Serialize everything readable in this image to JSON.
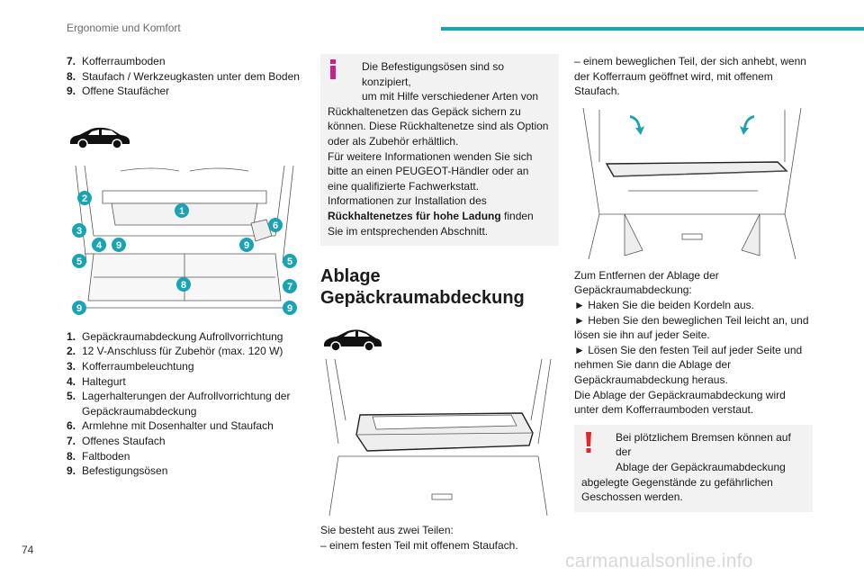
{
  "header": {
    "title": "Ergonomie und Komfort"
  },
  "page_number": "74",
  "watermark": "carmanualsonline.info",
  "col1": {
    "intro_items": [
      {
        "num": "7.",
        "text": "Kofferraumboden"
      },
      {
        "num": "8.",
        "text": "Staufach / Werkzeugkasten unter dem Boden"
      },
      {
        "num": "9.",
        "text": "Offene Staufächer"
      }
    ],
    "callouts": [
      "1",
      "2",
      "3",
      "4",
      "5",
      "6",
      "7",
      "8",
      "9"
    ],
    "legend": [
      {
        "num": "1.",
        "text": "Gepäckraumabdeckung Aufrollvorrichtung"
      },
      {
        "num": "2.",
        "text": "12 V-Anschluss für Zubehör (max. 120 W)"
      },
      {
        "num": "3.",
        "text": "Kofferraumbeleuchtung"
      },
      {
        "num": "4.",
        "text": "Haltegurt"
      },
      {
        "num": "5.",
        "text": "Lagerhalterungen der Aufrollvorrichtung der Gepäckraumabdeckung"
      },
      {
        "num": "6.",
        "text": "Armlehne mit Dosenhalter und Staufach"
      },
      {
        "num": "7.",
        "text": "Offenes Staufach"
      },
      {
        "num": "8.",
        "text": "Faltboden"
      },
      {
        "num": "9.",
        "text": "Befestigungsösen"
      }
    ]
  },
  "col2": {
    "info": {
      "line1": "Die Befestigungsösen sind so konzipiert,",
      "line2": "um mit Hilfe verschiedener Arten von",
      "rest1": "Rückhaltenetzen das Gepäck sichern zu können. Diese Rückhaltenetze sind als Option oder als Zubehör erhältlich.",
      "rest2": "Für weitere Informationen wenden Sie sich bitte an einen PEUGEOT-Händler oder an eine qualifizierte Fachwerkstatt.",
      "rest3_pre": "Informationen zur Installation des ",
      "rest3_bold": "Rückhaltenetzes für hohe Ladung",
      "rest3_post": " finden Sie im entsprechenden Abschnitt."
    },
    "section_title_1": "Ablage",
    "section_title_2": "Gepäckraumabdeckung",
    "desc1": "Sie besteht aus zwei Teilen:",
    "desc2": "–  einem festen Teil mit offenem Staufach."
  },
  "col3": {
    "desc1": "–  einem beweglichen Teil, der sich anhebt, wenn der Kofferraum geöffnet wird, mit offenem Staufach.",
    "remove_intro": "Zum Entfernen der Ablage der Gepäckraumabdeckung:",
    "steps": [
      "►  Haken Sie die beiden Kordeln aus.",
      "►  Heben Sie den beweglichen Teil leicht an, und lösen sie ihn auf jeder Seite.",
      "►  Lösen Sie den festen Teil auf jeder Seite und nehmen Sie dann die Ablage der Gepäckraumabdeckung heraus."
    ],
    "storage_note": "Die Ablage der Gepäckraumabdeckung wird unter dem Kofferraumboden verstaut.",
    "warning": {
      "line1": "Bei plötzlichem Bremsen können auf der",
      "line2": "Ablage der Gepäckraumabdeckung",
      "rest": "abgelegte Gegenstände zu gefährlichen Geschossen werden."
    }
  },
  "colors": {
    "accent": "#1aa3b3",
    "warning": "#e3262c",
    "info": "#c8218a",
    "callout": "#1aa3b3"
  },
  "icons": [
    "car-silhouette-icon",
    "info-icon",
    "warning-icon"
  ]
}
